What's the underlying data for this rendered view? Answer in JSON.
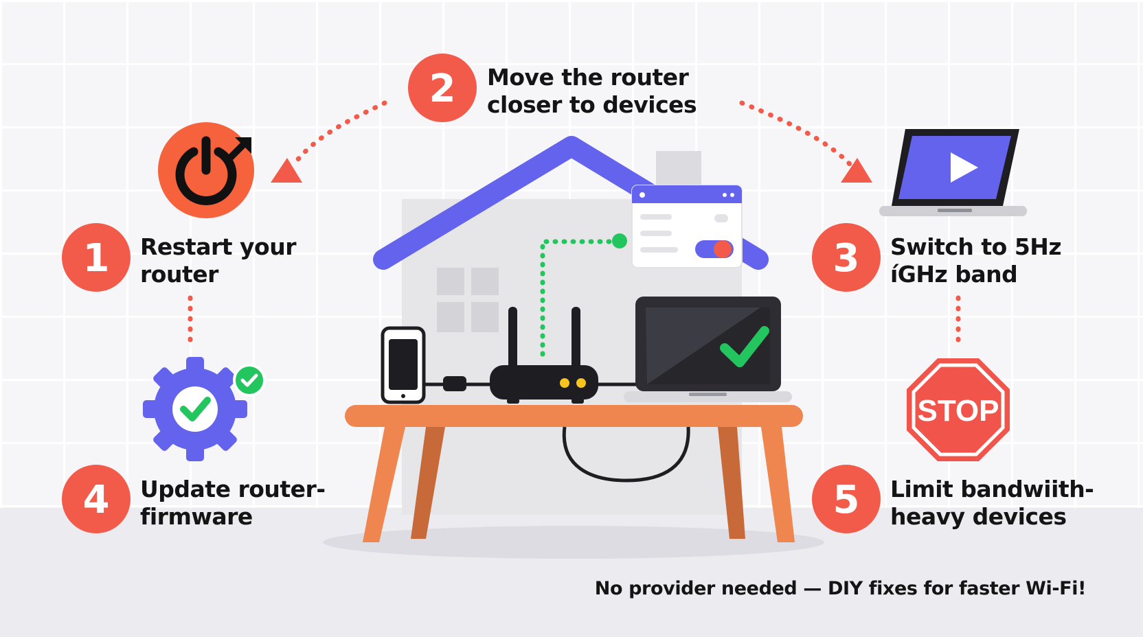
{
  "steps": [
    {
      "number": "1",
      "line1": "Restart your",
      "line2": "router"
    },
    {
      "number": "2",
      "line1": "Move the router",
      "line2": "closer to devices"
    },
    {
      "number": "3",
      "line1": "Switch to 5Hz",
      "line2": "íGHz band"
    },
    {
      "number": "4",
      "line1": "Update router-",
      "line2": "firmware"
    },
    {
      "number": "5",
      "line1": "Limit bandwiith-",
      "line2": "heavy devices"
    }
  ],
  "stop_sign_text": "STOP",
  "footer": "No provider needed — DIY fixes for faster Wi-Fi!",
  "colors": {
    "accent_red": "#f25a4a",
    "accent_orange": "#f5623c",
    "purple": "#6363ee",
    "green": "#22c55e",
    "table_orange": "#f0864f",
    "dark": "#1e1e22"
  },
  "icons": [
    "power-restart-icon",
    "gear-check-icon",
    "stop-sign-icon",
    "laptop-play-icon",
    "check-badge-icon"
  ]
}
